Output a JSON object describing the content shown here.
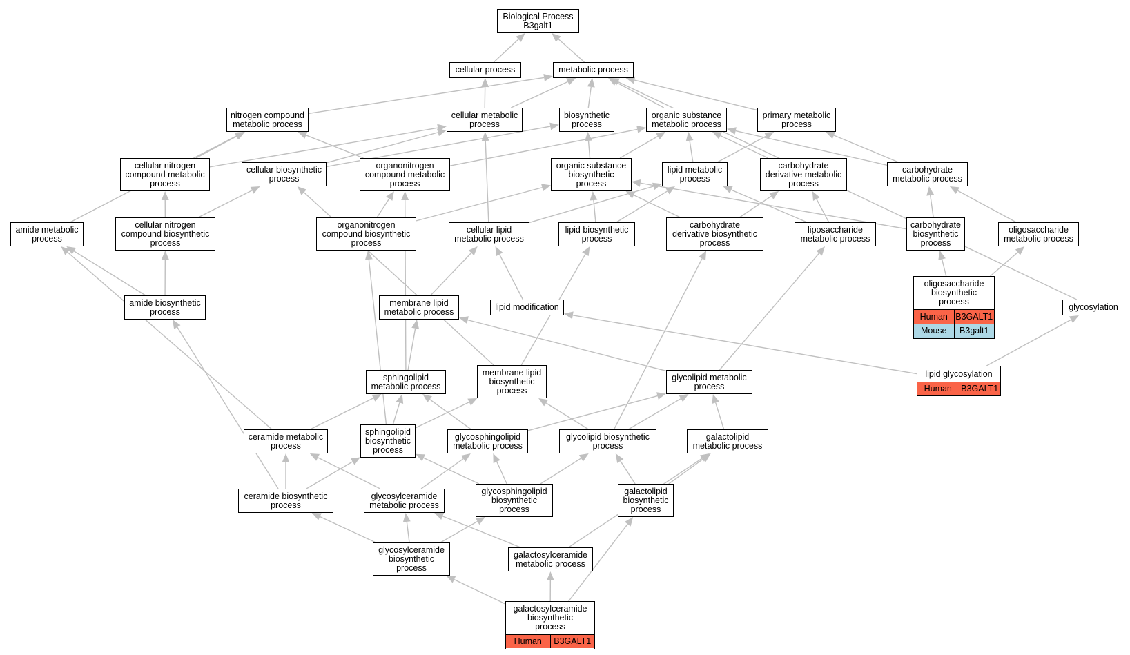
{
  "colors": {
    "edge": "#c0c0c0",
    "human": "#fa6448",
    "mouse": "#add8e6"
  },
  "nodes": {
    "root": "Biological Process\nB3galt1",
    "cellular_process": "cellular process",
    "metabolic_process": "metabolic process",
    "nitrogen_compound_metabolic": "nitrogen compound\nmetabolic process",
    "cellular_metabolic": "cellular metabolic\nprocess",
    "biosynthetic": "biosynthetic\nprocess",
    "organic_substance_metabolic": "organic substance\nmetabolic process",
    "primary_metabolic": "primary metabolic\nprocess",
    "cellular_nitrogen_compound_metabolic": "cellular nitrogen\ncompound metabolic\nprocess",
    "cellular_biosynthetic": "cellular biosynthetic\nprocess",
    "organonitrogen_compound_metabolic": "organonitrogen\ncompound metabolic\nprocess",
    "organic_substance_biosynthetic": "organic substance\nbiosynthetic\nprocess",
    "lipid_metabolic": "lipid metabolic\nprocess",
    "carbohydrate_derivative_metabolic": "carbohydrate\nderivative metabolic\nprocess",
    "carbohydrate_metabolic": "carbohydrate\nmetabolic process",
    "amide_metabolic": "amide metabolic\nprocess",
    "cellular_nitrogen_compound_biosynthetic": "cellular nitrogen\ncompound biosynthetic\nprocess",
    "organonitrogen_compound_biosynthetic": "organonitrogen\ncompound biosynthetic\nprocess",
    "cellular_lipid_metabolic": "cellular lipid\nmetabolic process",
    "lipid_biosynthetic": "lipid biosynthetic\nprocess",
    "carbohydrate_derivative_biosynthetic": "carbohydrate\nderivative biosynthetic\nprocess",
    "liposaccharide_metabolic": "liposaccharide\nmetabolic process",
    "carbohydrate_biosynthetic": "carbohydrate\nbiosynthetic\nprocess",
    "oligosaccharide_metabolic": "oligosaccharide\nmetabolic process",
    "amide_biosynthetic": "amide biosynthetic\nprocess",
    "membrane_lipid_metabolic": "membrane lipid\nmetabolic process",
    "lipid_modification": "lipid modification",
    "glycosylation": "glycosylation",
    "sphingolipid_metabolic": "sphingolipid\nmetabolic process",
    "membrane_lipid_biosynthetic": "membrane lipid\nbiosynthetic\nprocess",
    "glycolipid_metabolic": "glycolipid metabolic\nprocess",
    "ceramide_metabolic": "ceramide metabolic\nprocess",
    "sphingolipid_biosynthetic": "sphingolipid\nbiosynthetic\nprocess",
    "glycosphingolipid_metabolic": "glycosphingolipid\nmetabolic process",
    "glycolipid_biosynthetic": "glycolipid biosynthetic\nprocess",
    "galactolipid_metabolic": "galactolipid\nmetabolic process",
    "ceramide_biosynthetic": "ceramide biosynthetic\nprocess",
    "glycosylceramide_metabolic": "glycosylceramide\nmetabolic process",
    "glycosphingolipid_biosynthetic": "glycosphingolipid\nbiosynthetic\nprocess",
    "galactolipid_biosynthetic": "galactolipid\nbiosynthetic\nprocess",
    "glycosylceramide_biosynthetic": "glycosylceramide\nbiosynthetic\nprocess",
    "galactosylceramide_metabolic": "galactosylceramide\nmetabolic process"
  },
  "gene_nodes": {
    "oligosaccharide_biosynthetic": {
      "label": "oligosaccharide\nbiosynthetic\nprocess",
      "rows": [
        {
          "species": "Human",
          "gene": "B3GALT1"
        },
        {
          "species": "Mouse",
          "gene": "B3galt1"
        }
      ]
    },
    "lipid_glycosylation": {
      "label": "lipid glycosylation",
      "rows": [
        {
          "species": "Human",
          "gene": "B3GALT1"
        }
      ]
    },
    "galactosylceramide_biosynthetic": {
      "label": "galactosylceramide\nbiosynthetic\nprocess",
      "rows": [
        {
          "species": "Human",
          "gene": "B3GALT1"
        }
      ]
    }
  }
}
